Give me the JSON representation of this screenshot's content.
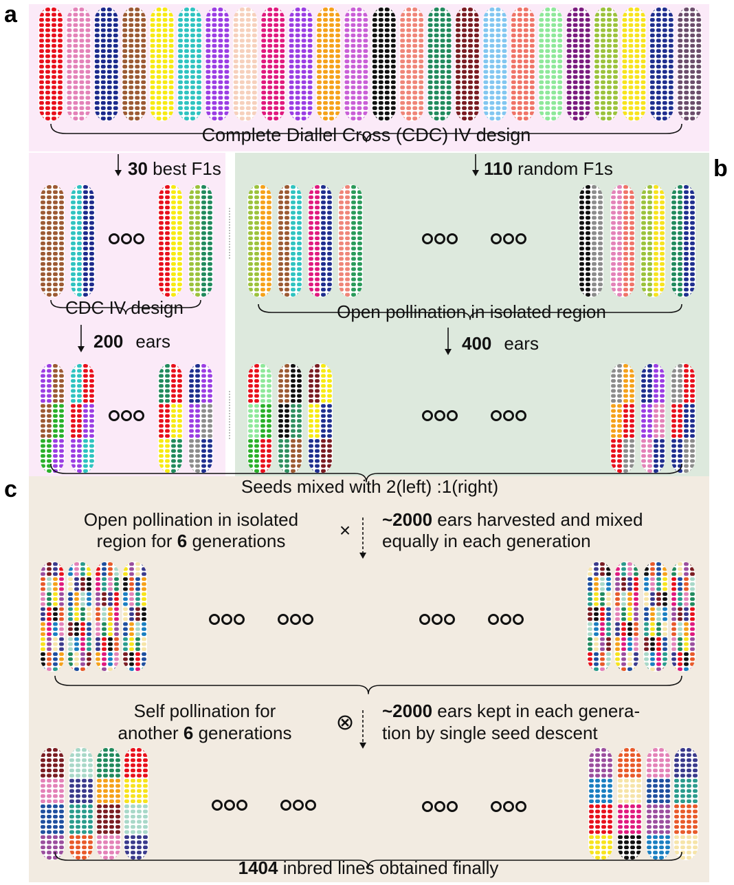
{
  "panels": {
    "a": {
      "letter": "a",
      "color": "#fbeaf8"
    },
    "b": {
      "letter": "b",
      "color": "#dde9dd"
    },
    "c": {
      "letter": "c",
      "color": "#f2ebe1"
    }
  },
  "parent_colors": [
    "#e8101c",
    "#e382b8",
    "#1c2a8c",
    "#9c5a33",
    "#f7ea12",
    "#2fc3c0",
    "#9b3ee3",
    "#f6d0bc",
    "#e0197e",
    "#9b3ee3",
    "#f5a11a",
    "#c95fd6",
    "#111111",
    "#ef8578",
    "#218a5d",
    "#7a1c22",
    "#82c6f0",
    "#ef7468",
    "#8ee89a",
    "#7a1c7e",
    "#9bc23c",
    "#f7e31d",
    "#1f2f8f",
    "#6b4e6b"
  ],
  "ear_colors": {
    "left_f1": [
      [
        "#9c5a33",
        "#9c5a33"
      ],
      [
        "#2fc3c0",
        "#1c2a8c"
      ],
      [
        "#e8101c",
        "#f7ea12"
      ],
      [
        "#9bc23c",
        "#218a5d"
      ]
    ],
    "right_f1": [
      [
        "#9bc23c",
        "#f5a11a"
      ],
      [
        "#9c5a33",
        "#2fc3c0"
      ],
      [
        "#e0197e",
        "#1f2f8f"
      ],
      [
        "#ef8578",
        "#2a9b5a"
      ],
      [
        "#111111",
        "#8c8c8c"
      ],
      [
        "#e382b8",
        "#ef7468"
      ],
      [
        "#9bc23c",
        "#f7e31d"
      ],
      [
        "#218a5d",
        "#1f2f8f"
      ]
    ],
    "left_mix": [
      [
        "#9b3ee3",
        "#9c5a33",
        "#2ab02a"
      ],
      [
        "#2fc3c0",
        "#e8101c",
        "#9b3ee3"
      ],
      [
        "#218a5d",
        "#e8101c",
        "#f7ea12"
      ],
      [
        "#1f2f8f",
        "#9b3ee3",
        "#8c8c8c"
      ]
    ],
    "right_mix": [
      [
        "#e8101c",
        "#8ee89a",
        "#2ab02a"
      ],
      [
        "#9c5a33",
        "#111111",
        "#2f8f5f"
      ],
      [
        "#7a1c22",
        "#f7ea12",
        "#1f2f8f"
      ],
      [
        "#8c8c8c",
        "#f5a11a",
        "#e8101c"
      ],
      [
        "#1f2f8f",
        "#9b3ee3",
        "#e382b8"
      ],
      [
        "#8c8c8c",
        "#e8101c",
        "#1f2f8f"
      ]
    ],
    "mosaic": [
      "#1f4f9f",
      "#f5a11a",
      "#e0197e",
      "#2a9b8c",
      "#f7e31d",
      "#9b4e9e",
      "#7a1c22",
      "#111111",
      "#e85a2a",
      "#a8d8c8",
      "#1a7fc1",
      "#e382b8",
      "#218a5d",
      "#f6e4a8",
      "#3a3a8c",
      "#e8101c"
    ]
  },
  "text": {
    "cdc_title": "Complete Diallel Cross (CDC) IV design",
    "best_num": "30",
    "best_label": " best F1s",
    "random_num": "110",
    "random_label": " random F1s",
    "cdc_short": "CDC IV design",
    "open_isolated": "Open pollination in isolated region",
    "left_ears_num": "200",
    "left_ears_label": "ears",
    "right_ears_num": "400",
    "right_ears_label": "ears",
    "seeds_mixed": "Seeds mixed with 2(left) :1(right)",
    "open6_line1": "Open pollination in isolated",
    "open6_line2_pre": "region for ",
    "open6_num": "6",
    "open6_line2_post": " generations",
    "harvest_num": "~2000",
    "harvest_line1_post": "  ears harvested and mixed",
    "harvest_line2": "equally in each generation",
    "self_line1": "Self pollination for",
    "self_line2_pre": "another ",
    "self_num": "6",
    "self_line2_post": " generations",
    "kept_num": "~2000",
    "kept_line1_post": "  ears kept in each genera-",
    "kept_line2": "tion by single seed descent",
    "final_num": "1404",
    "final_label": " inbred lines obtained finally"
  },
  "symbols": {
    "cross": "×",
    "selfing": "⊗"
  }
}
